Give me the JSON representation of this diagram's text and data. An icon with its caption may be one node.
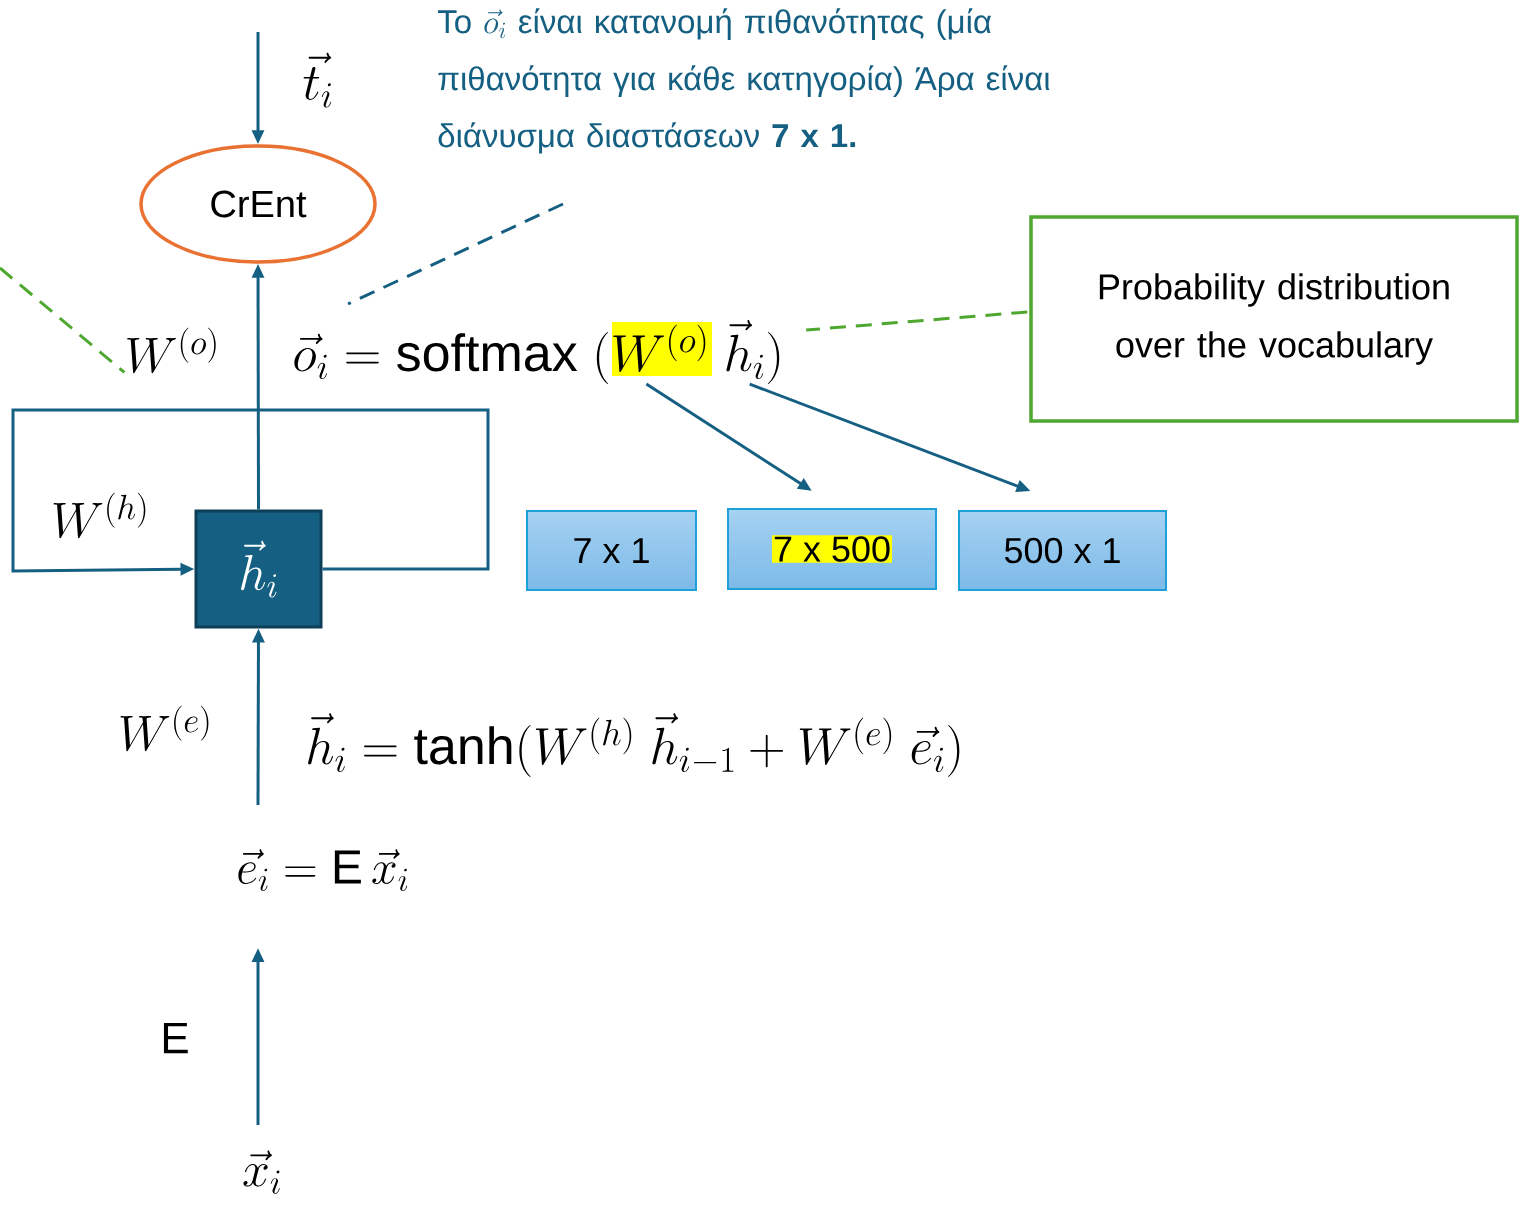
{
  "diagram": {
    "nodes": [
      {
        "text": [
          "Το",
          "\\vec{o}_i",
          "είναι κατανομή πιθανότητας (μία πιθανότητα για κάθε κατηγορία) Άρα είναι διάνυσμα διαστάσεων **7 x 1.**"
        ]
      },
      {
        "text": [
          "CrEnt"
        ]
      },
      {
        "text": [
          "Probability distribution over the vocabulary"
        ]
      },
      {
        "text": [
          "W^{(o)}"
        ]
      },
      {
        "text": [
          "\\vec{o}_i = \\mbox{softmax}\\ (W^{(o)}\\ \\vec{h}_i)"
        ]
      },
      {
        "text": [
          "\\vec{h}_i"
        ]
      },
      {
        "text": [
          "7 x 1"
        ]
      },
      {
        "text": [
          "7 x 500"
        ]
      },
      {
        "text": [
          "500 x 1"
        ]
      },
      {
        "text": [
          "\\vec{e}_i = \\mbox{E}\\,\\vec{x}_i"
        ]
      },
      {
        "text": [
          "\\vec{x}_i"
        ]
      }
    ],
    "edges": [
      {
        "from": null,
        "to": 1,
        "arrow": "to"
      },
      {
        "from": 5,
        "to": 1,
        "arrow": "to"
      },
      {
        "from": 0,
        "to": 4,
        "arrow": "none",
        "style": "dashed"
      },
      {
        "from": 2,
        "to": 4,
        "arrow": "none",
        "style": "dashed",
        "color": "#4ea72e"
      },
      {
        "from": null,
        "to": 3,
        "arrow": "none",
        "style": "dashed",
        "color": "#4ea72e"
      },
      {
        "from": 4,
        "to": 7,
        "arrow": "to"
      },
      {
        "from": 4,
        "to": 8,
        "arrow": "to"
      },
      {
        "from": 5,
        "to": 5,
        "arrow": "to"
      },
      {
        "from": 9,
        "to": 5,
        "arrow": "to"
      },
      {
        "from": 10,
        "to": 9,
        "arrow": "to"
      }
    ],
    "labels": [
      "\\vec{t}_i",
      "W^{(h)}",
      "W^{(e)}",
      "\\vec{h}_i = \\mbox{tanh}(W^{(h)}\\ \\vec{h}_{i-1} + W^{(e)}\\ \\vec{e}_i)",
      "E"
    ]
  }
}
